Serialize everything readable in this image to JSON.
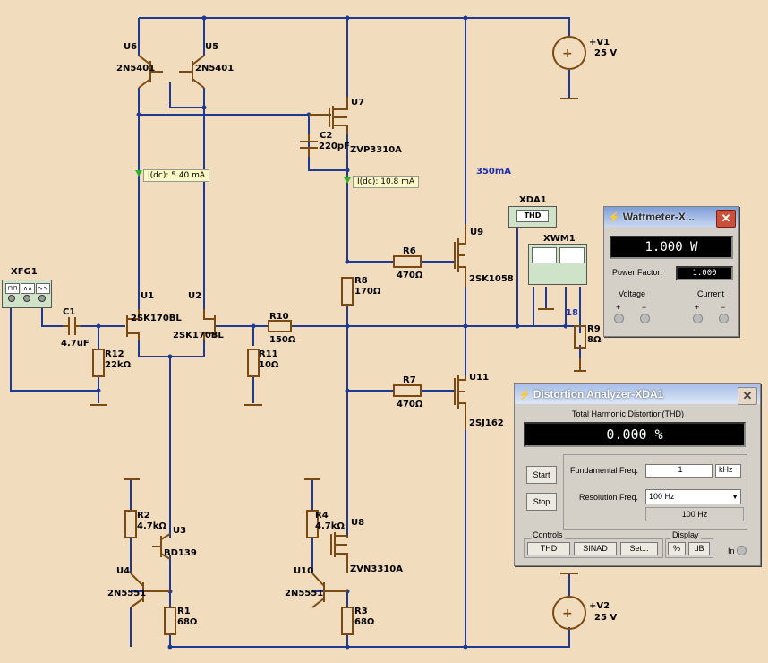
{
  "components": {
    "U6": {
      "ref": "U6",
      "model": "2N5401"
    },
    "U5": {
      "ref": "U5",
      "model": "2N5401"
    },
    "U7": {
      "ref": "U7",
      "model": "ZVP3310A"
    },
    "C2": {
      "ref": "C2",
      "value": "220pF"
    },
    "U1": {
      "ref": "U1",
      "model": "2SK170BL"
    },
    "U2": {
      "ref": "U2",
      "model": "2SK170BL"
    },
    "C1": {
      "ref": "C1",
      "value": "4.7uF"
    },
    "R12": {
      "ref": "R12",
      "value": "22kΩ"
    },
    "R10": {
      "ref": "R10",
      "value": "150Ω"
    },
    "R11": {
      "ref": "R11",
      "value": "10Ω"
    },
    "R8": {
      "ref": "R8",
      "value": "170Ω"
    },
    "R6": {
      "ref": "R6",
      "value": "470Ω"
    },
    "R7": {
      "ref": "R7",
      "value": "470Ω"
    },
    "U9": {
      "ref": "U9",
      "model": "2SK1058"
    },
    "U11": {
      "ref": "U11",
      "model": "2SJ162"
    },
    "R9": {
      "ref": "R9",
      "value": "8Ω"
    },
    "R2": {
      "ref": "R2",
      "value": "4.7kΩ"
    },
    "U3": {
      "ref": "U3",
      "model": "BD139"
    },
    "U4": {
      "ref": "U4",
      "model": "2N5551"
    },
    "R1": {
      "ref": "R1",
      "value": "68Ω"
    },
    "R4": {
      "ref": "R4",
      "value": "4.7kΩ"
    },
    "U8": {
      "ref": "U8",
      "model": "ZVN3310A"
    },
    "U10": {
      "ref": "U10",
      "model": "2N5551"
    },
    "R3": {
      "ref": "R3",
      "value": "68Ω"
    },
    "V1": {
      "ref": "+V1",
      "value": "25 V"
    },
    "V2": {
      "ref": "+V2",
      "value": "25 V"
    },
    "XFG1": {
      "ref": "XFG1"
    },
    "XDA1": {
      "ref": "XDA1",
      "icon_label": "THD"
    },
    "XWM1": {
      "ref": "XWM1"
    }
  },
  "net_labels": {
    "current_350": "350mA",
    "node18": "18"
  },
  "probes": [
    {
      "text": "I(dc): 5.40 mA"
    },
    {
      "text": "I(dc): 10.8 mA"
    }
  ],
  "wattmeter": {
    "title": "Wattmeter-X...",
    "power": "1.000 W",
    "power_factor_label": "Power Factor:",
    "power_factor": "1.000",
    "voltage_label": "Voltage",
    "current_label": "Current",
    "plus": "+",
    "minus": "−"
  },
  "distortion": {
    "title": "Distortion Analyzer-XDA1",
    "thd_heading": "Total Harmonic Distortion(THD)",
    "reading": "0.000 %",
    "start": "Start",
    "stop": "Stop",
    "fund_label": "Fundamental Freq.",
    "fund_value": "1",
    "fund_unit": "kHz",
    "res_label": "Resolution Freq.",
    "res_value": "100 Hz",
    "res_sub": "100 Hz",
    "controls_label": "Controls",
    "thd_btn": "THD",
    "sinad_btn": "SINAD",
    "set_btn": "Set...",
    "display_label": "Display",
    "pct_btn": "%",
    "db_btn": "dB",
    "in_label": "In"
  },
  "colors": {
    "background": "#f1dcbd",
    "wire": "#1f3a93",
    "component": "#7a4a12"
  }
}
